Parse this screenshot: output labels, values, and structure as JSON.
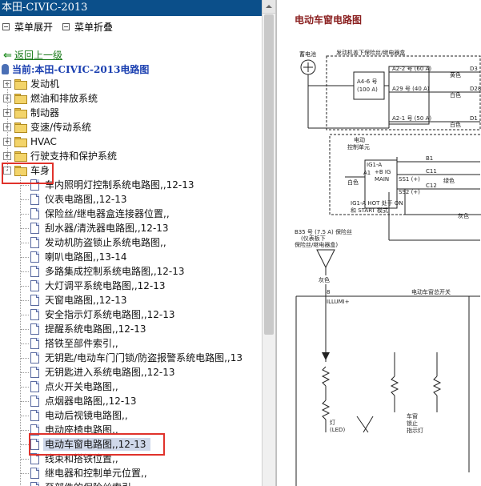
{
  "window": {
    "title": "本田-CIVIC-2013"
  },
  "menu": {
    "expand_label": "菜单展开",
    "collapse_label": "菜单折叠"
  },
  "nav": {
    "back_label": "返回上一级",
    "current_label": "当前:本田-CIVIC-2013电路图"
  },
  "tree": {
    "folders": [
      {
        "label": "发动机",
        "expander": "+"
      },
      {
        "label": "燃油和排放系统",
        "expander": "+"
      },
      {
        "label": "制动器",
        "expander": "+"
      },
      {
        "label": "变速/传动系统",
        "expander": "+"
      },
      {
        "label": "HVAC",
        "expander": "+"
      },
      {
        "label": "行驶支持和保护系统",
        "expander": "+"
      },
      {
        "label": "车身",
        "expander": "-"
      }
    ],
    "documents": [
      {
        "label": "车内照明灯控制系统电路图,,12-13"
      },
      {
        "label": "仪表电路图,,12-13"
      },
      {
        "label": "保险丝/继电器盒连接器位置,,"
      },
      {
        "label": "刮水器/清洗器电路图,,12-13"
      },
      {
        "label": "发动机防盗锁止系统电路图,,"
      },
      {
        "label": "喇叭电路图,,13-14"
      },
      {
        "label": "多路集成控制系统电路图,,12-13"
      },
      {
        "label": "大灯调平系统电路图,,12-13"
      },
      {
        "label": "天窗电路图,,12-13"
      },
      {
        "label": "安全指示灯系统电路图,,12-13"
      },
      {
        "label": "提醒系统电路图,,12-13"
      },
      {
        "label": "搭铁至部件索引,,"
      },
      {
        "label": "无钥匙/电动车门门锁/防盗报警系统电路图,,13"
      },
      {
        "label": "无钥匙进入系统电路图,,12-13"
      },
      {
        "label": "点火开关电路图,,"
      },
      {
        "label": "点烟器电路图,,12-13"
      },
      {
        "label": "电动后视镜电路图,,"
      },
      {
        "label": "电动座椅电路图,,"
      },
      {
        "label": "电动车窗电路图,,12-13"
      },
      {
        "label": "线束和搭铁位置,,"
      },
      {
        "label": "继电器和控制单元位置,,"
      },
      {
        "label": "至部件的保险丝索引,,"
      }
    ]
  },
  "document": {
    "title": "电动车窗电路图",
    "labels": {
      "battery": "蓄电池",
      "fuse_box": "发动机盖下保险丝/继电器盒",
      "a4_fuse": "A4-6 号",
      "a4_amp": "(100 A)",
      "a2_fuse": "A2-2 号 (60 A)",
      "a29_fuse": "A29 号 (40 A)",
      "a21_fuse": "A2-1 号 (50 A)",
      "yellow": "黄色",
      "white1": "白色",
      "white2": "白色",
      "pin_d3": "D3",
      "pin_d28": "D28",
      "pin_d1": "D1",
      "ctrl_unit1": "电动",
      "ctrl_unit2": "控制单元",
      "pin_b1": "B1",
      "pin_c11": "C11",
      "pin_c12": "C12",
      "ig1a": "IG1-A",
      "ig_main": "+B IG",
      "main": "MAIN",
      "ss1": "SS1 (+)",
      "ss2": "SS2 (+)",
      "pin_a1": "A1",
      "white3": "白色",
      "green": "绿色",
      "gray": "灰色",
      "mode1": "IG1-A HOT 处于 ON",
      "mode2": "和 START 模式",
      "b35": "B35 号 (7.5 A) 保险丝",
      "b35_sub1": "(仪表板下",
      "b35_sub2": "保险丝/继电器盒)",
      "gray2": "灰色",
      "pin8": "8",
      "illumi": "ILLUMI+",
      "master_switch": "电动车窗总开关",
      "lamp_label": "灯",
      "led_label": "(LED)",
      "lock_label1": "车窗",
      "lock_label2": "锁止",
      "lock_label3": "指示灯"
    }
  },
  "colors": {
    "titlebar": "#0b4f8a",
    "highlight": "#e0322b",
    "back_link": "#1a7a1a",
    "current": "#1a3fb0",
    "doc_title": "#8a1f1f"
  }
}
